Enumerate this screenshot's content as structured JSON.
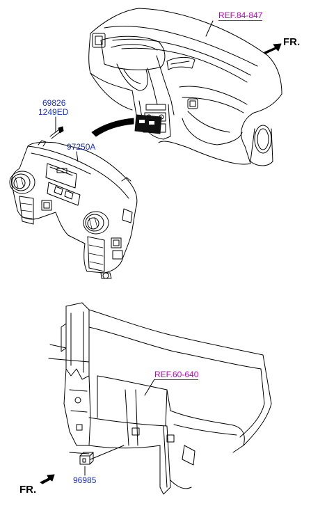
{
  "labels": {
    "ref_dash": "REF.84-847",
    "ref_frame": "REF.60-640",
    "part_69826": "69826",
    "part_1249ED": "1249ED",
    "part_97250A": "97250A",
    "part_96985": "96985",
    "fr_top": "FR.",
    "fr_bottom": "FR."
  },
  "colors": {
    "part_label": "#1a2fb8",
    "ref_label": "#c000c0",
    "line": "#000000"
  },
  "icons": {
    "fr_top_arrow": "arrow-icon",
    "fr_bottom_arrow": "arrow-icon"
  }
}
